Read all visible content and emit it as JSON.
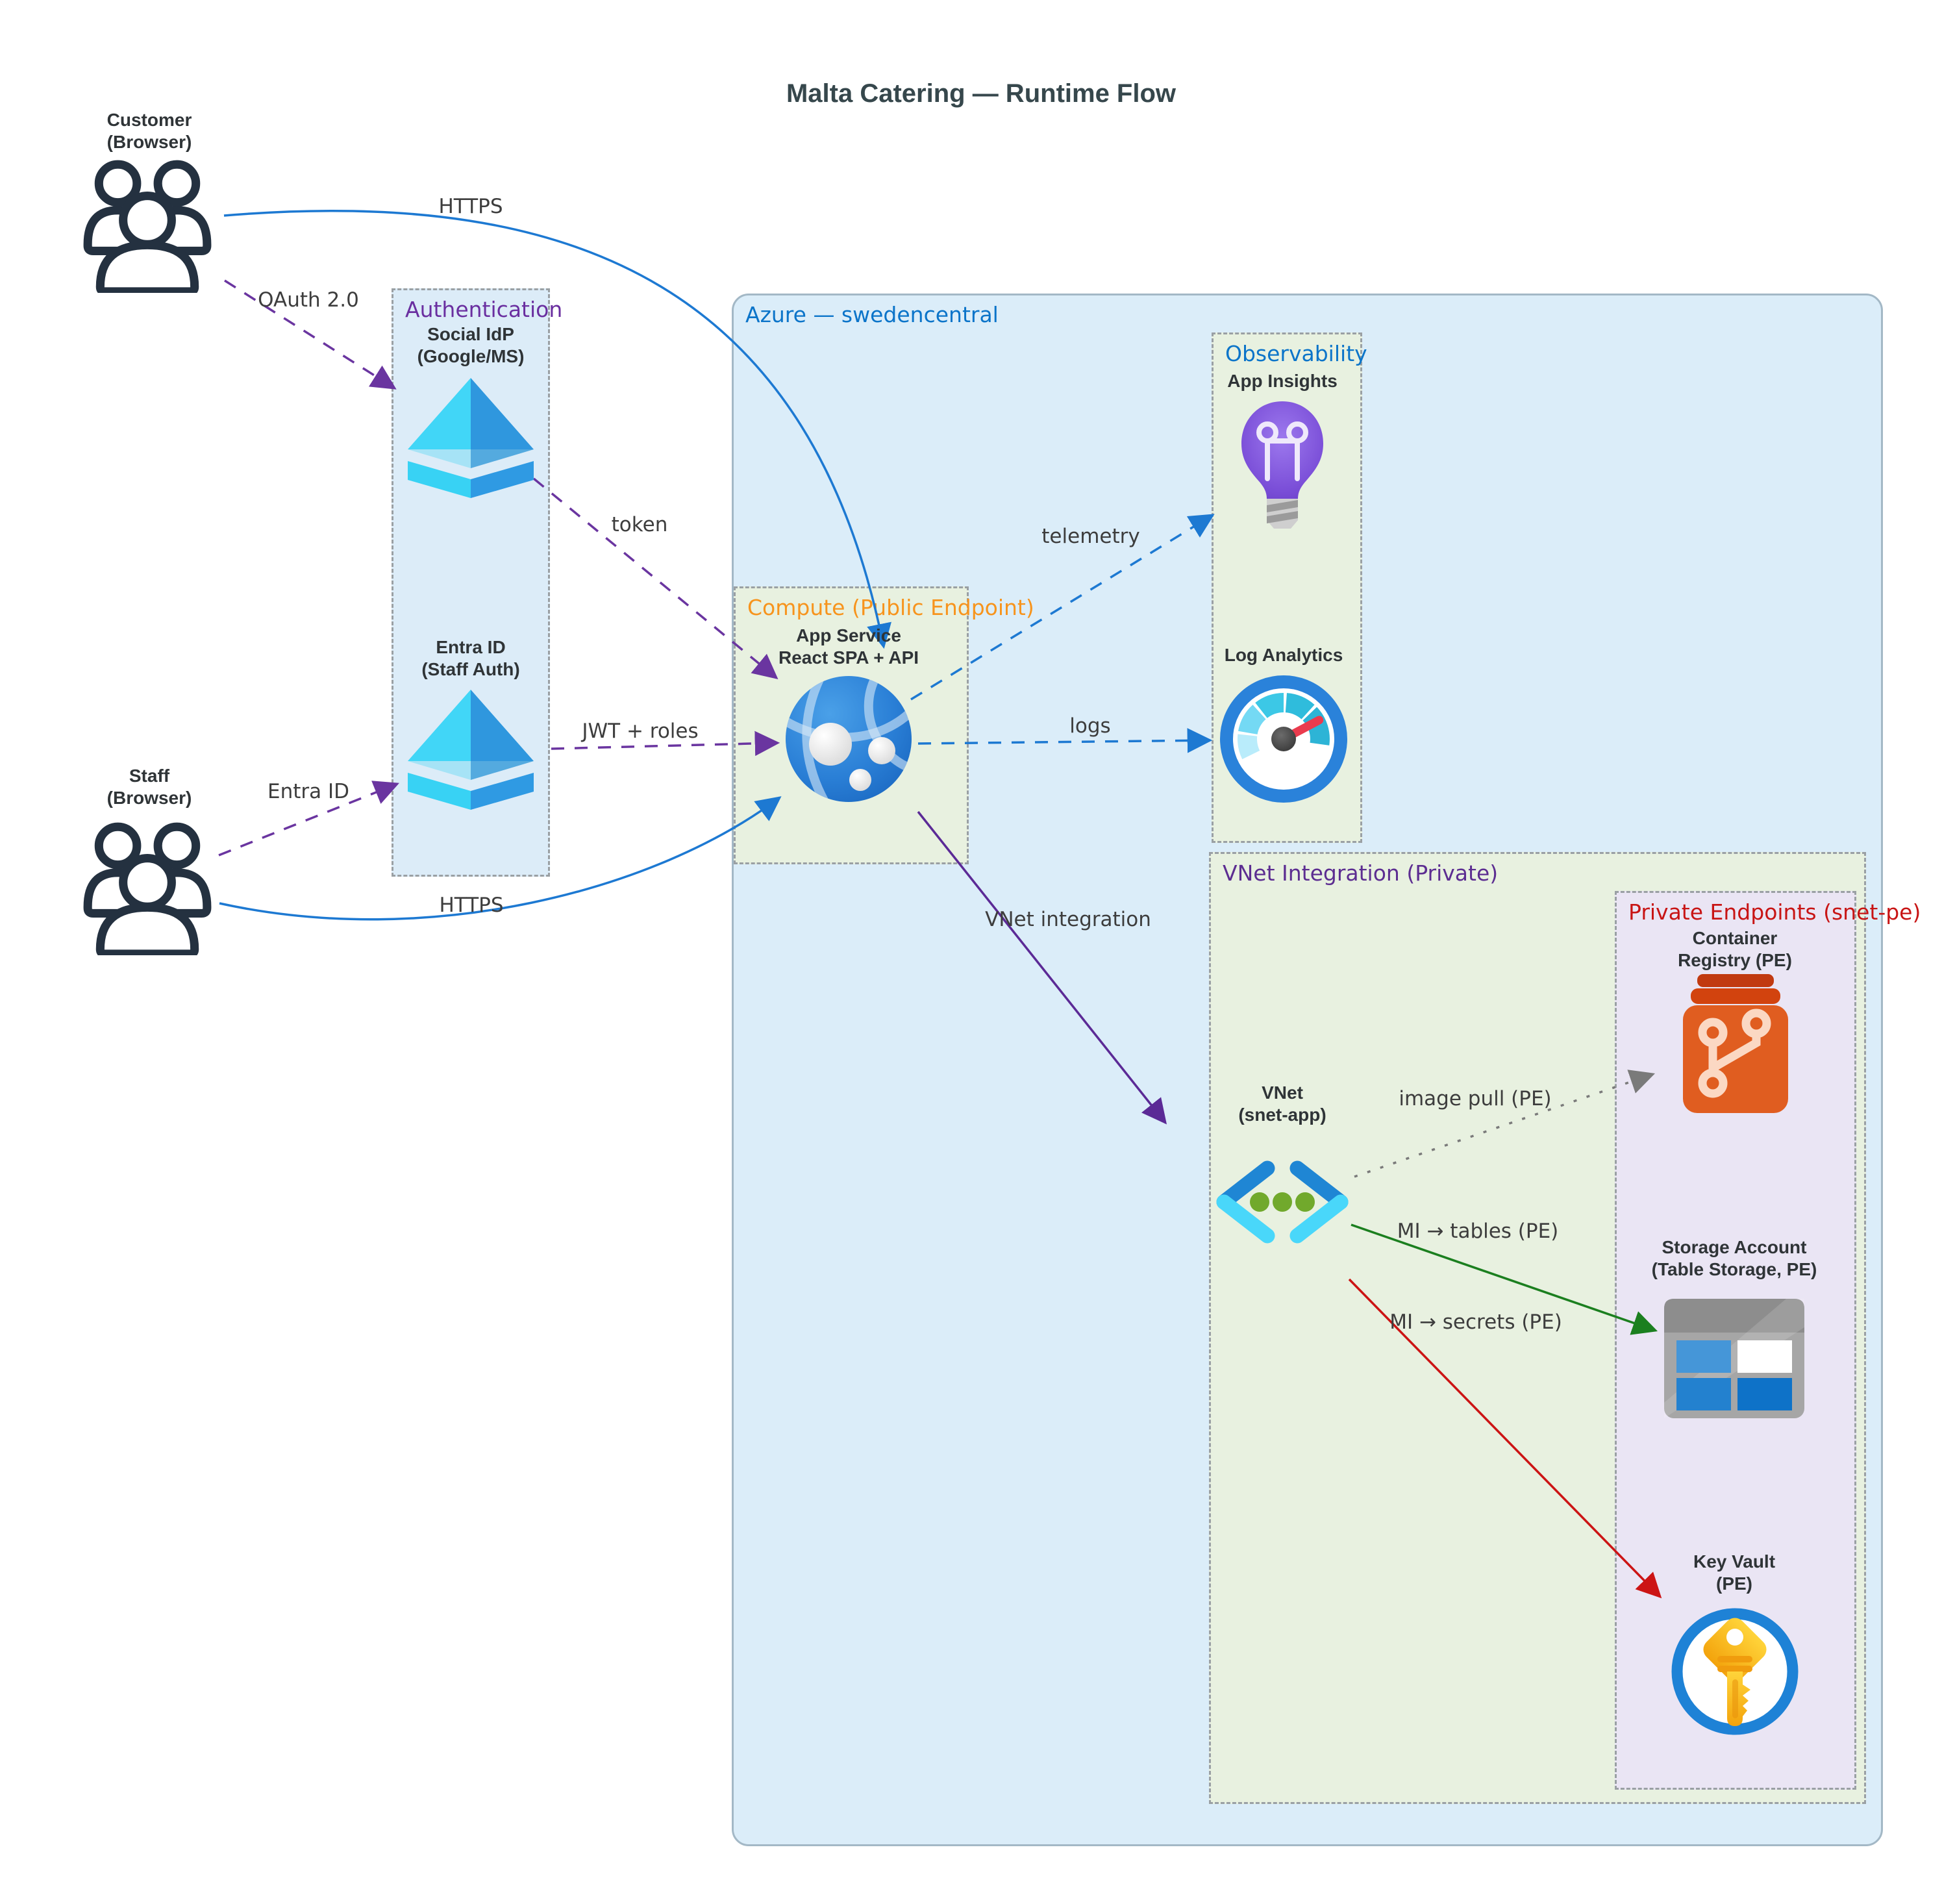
{
  "title": "Malta Catering — Runtime Flow",
  "actors": {
    "customer": {
      "line1": "Customer",
      "line2": "(Browser)"
    },
    "staff": {
      "line1": "Staff",
      "line2": "(Browser)"
    }
  },
  "groups": {
    "azure": {
      "title": "Azure — swedencentral",
      "color": "#0b74c9"
    },
    "auth": {
      "title": "Authentication",
      "color": "#6a2fa0"
    },
    "compute": {
      "title": "Compute (Public Endpoint)",
      "color": "#f7941d"
    },
    "observability": {
      "title": "Observability",
      "color": "#0b74c9"
    },
    "vnet_integration": {
      "title": "VNet Integration (Private)",
      "color": "#5c2d91"
    },
    "private_endpoints": {
      "title": "Private Endpoints (snet-pe)",
      "color": "#c81414"
    }
  },
  "nodes": {
    "social_idp": {
      "line1": "Social IdP",
      "line2": "(Google/MS)"
    },
    "entra_id": {
      "line1": "Entra ID",
      "line2": "(Staff Auth)"
    },
    "app_service": {
      "line1": "App Service",
      "line2": "React SPA + API"
    },
    "app_insights": {
      "line1": "App Insights"
    },
    "log_analytics": {
      "line1": "Log Analytics"
    },
    "vnet": {
      "line1": "VNet",
      "line2": "(snet-app)"
    },
    "container_registry": {
      "line1": "Container",
      "line2": "Registry (PE)"
    },
    "storage_account": {
      "line1": "Storage Account",
      "line2": "(Table Storage, PE)"
    },
    "key_vault": {
      "line1": "Key Vault",
      "line2": "(PE)"
    }
  },
  "edges": {
    "https_top": {
      "label": "HTTPS"
    },
    "oauth": {
      "label": "OAuth 2.0"
    },
    "token": {
      "label": "token"
    },
    "jwt_roles": {
      "label": "JWT + roles"
    },
    "entra_id": {
      "label": "Entra ID"
    },
    "https_bottom": {
      "label": "HTTPS"
    },
    "telemetry": {
      "label": "telemetry"
    },
    "logs": {
      "label": "logs"
    },
    "vnet_integration": {
      "label": "VNet integration"
    },
    "image_pull": {
      "label": "image pull (PE)"
    },
    "mi_tables": {
      "label": "MI → tables (PE)"
    },
    "mi_secrets": {
      "label": "MI → secrets (PE)"
    }
  },
  "icons": {
    "customer": "people-group-icon",
    "staff": "people-group-icon",
    "social_idp": "entra-pyramid-icon",
    "entra_id": "entra-pyramid-icon",
    "app_service": "app-service-globe-icon",
    "app_insights": "lightbulb-icon",
    "log_analytics": "gauge-icon",
    "vnet": "vnet-chevrons-icon",
    "container_registry": "container-registry-icon",
    "storage_account": "table-storage-icon",
    "key_vault": "key-vault-icon"
  },
  "colors": {
    "edge_blue": "#1d79d2",
    "edge_purple_dashed": "#6a35a0",
    "edge_purple_solid": "#5b2a96",
    "edge_green": "#1b7f1f",
    "edge_red": "#cc1414",
    "edge_gray": "#7a7a7a",
    "azure_bg": "#dbedf9",
    "green_box_bg": "#e8f1e0",
    "auth_box_bg": "#dcecf8",
    "pe_box_bg": "#eae5f4"
  }
}
